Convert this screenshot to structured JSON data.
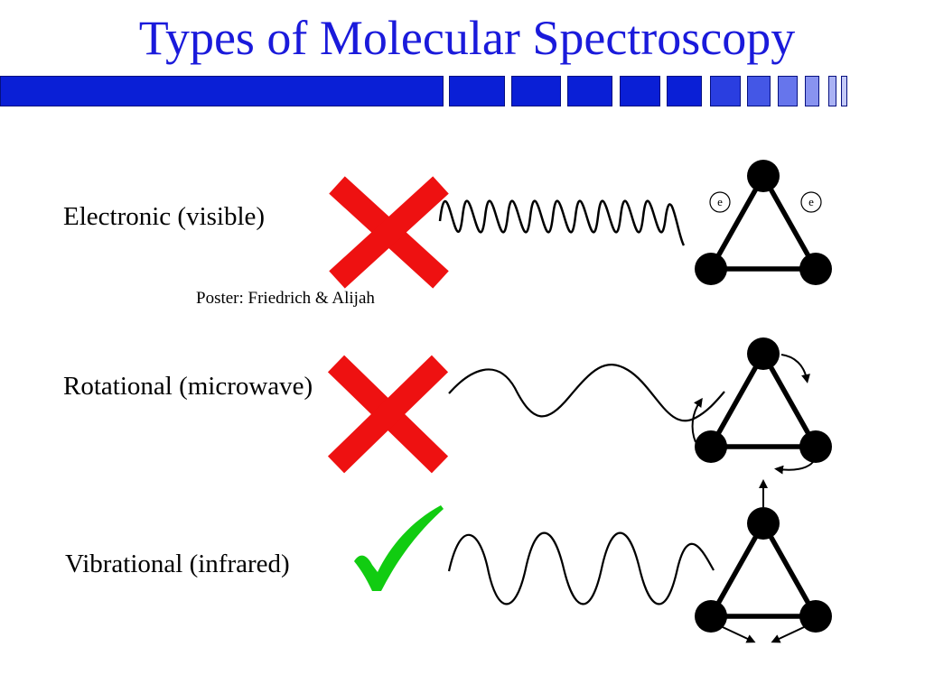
{
  "title": "Types of Molecular Spectroscopy",
  "rows": [
    {
      "label": "Electronic (visible)",
      "mark": "cross-icon",
      "wave": "high-frequency"
    },
    {
      "label": "Rotational (microwave)",
      "mark": "cross-icon",
      "wave": "low-frequency"
    },
    {
      "label": "Vibrational (infrared)",
      "mark": "check-icon",
      "wave": "medium-frequency"
    }
  ],
  "poster_note": "Poster: Friedrich & Alijah",
  "electron_symbol": "e",
  "colors": {
    "title": "#1a1adb",
    "bar": "#0a1fd6",
    "cross": "#ee1111",
    "check": "#11cc11"
  }
}
